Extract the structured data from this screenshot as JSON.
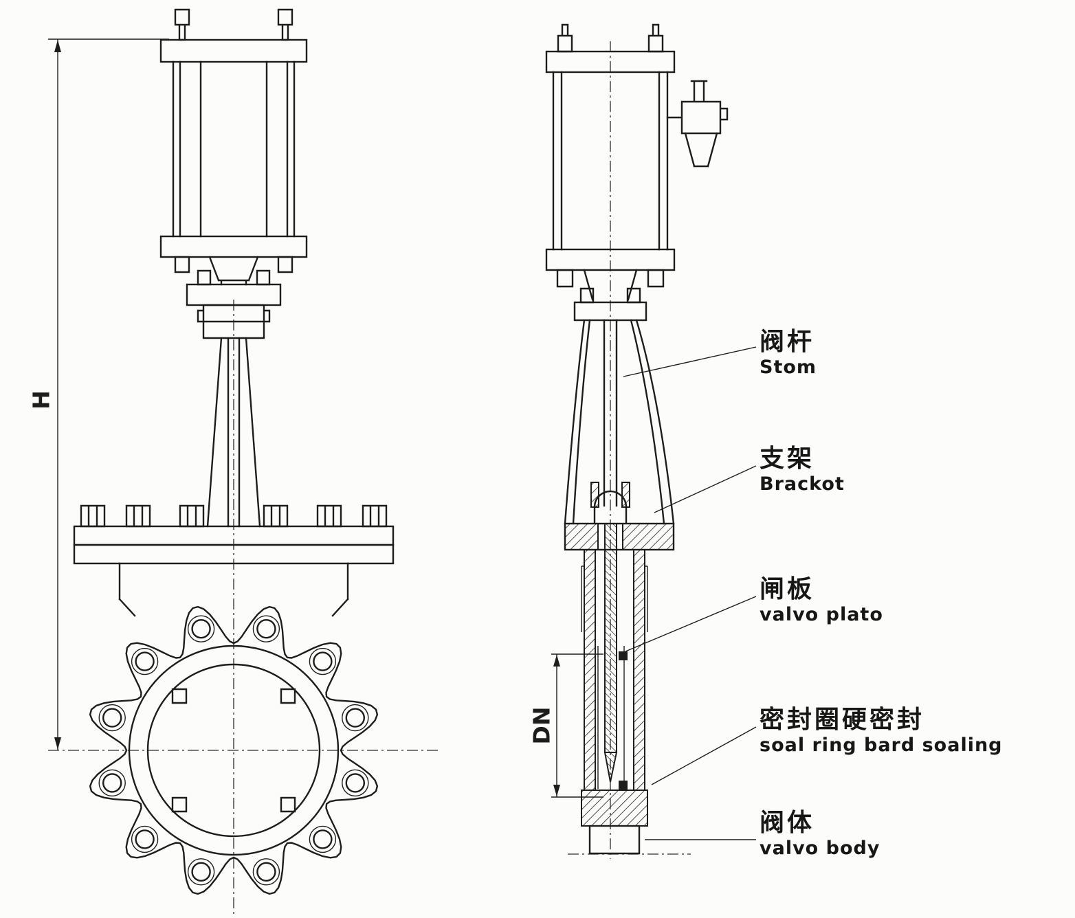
{
  "page": {
    "background": "#fcfcfa",
    "line_color": "#1d1d1b"
  },
  "dimensions": {
    "height": "H",
    "nominal_diameter": "DN"
  },
  "callouts": [
    {
      "zh": "阀杆",
      "en": "Stom"
    },
    {
      "zh": "支架",
      "en": "Brackot"
    },
    {
      "zh": "闸板",
      "en": "valvo plato"
    },
    {
      "zh": "密封圈硬密封",
      "en": "soal ring bard soaling"
    },
    {
      "zh": "阀体",
      "en": "valvo body"
    }
  ]
}
